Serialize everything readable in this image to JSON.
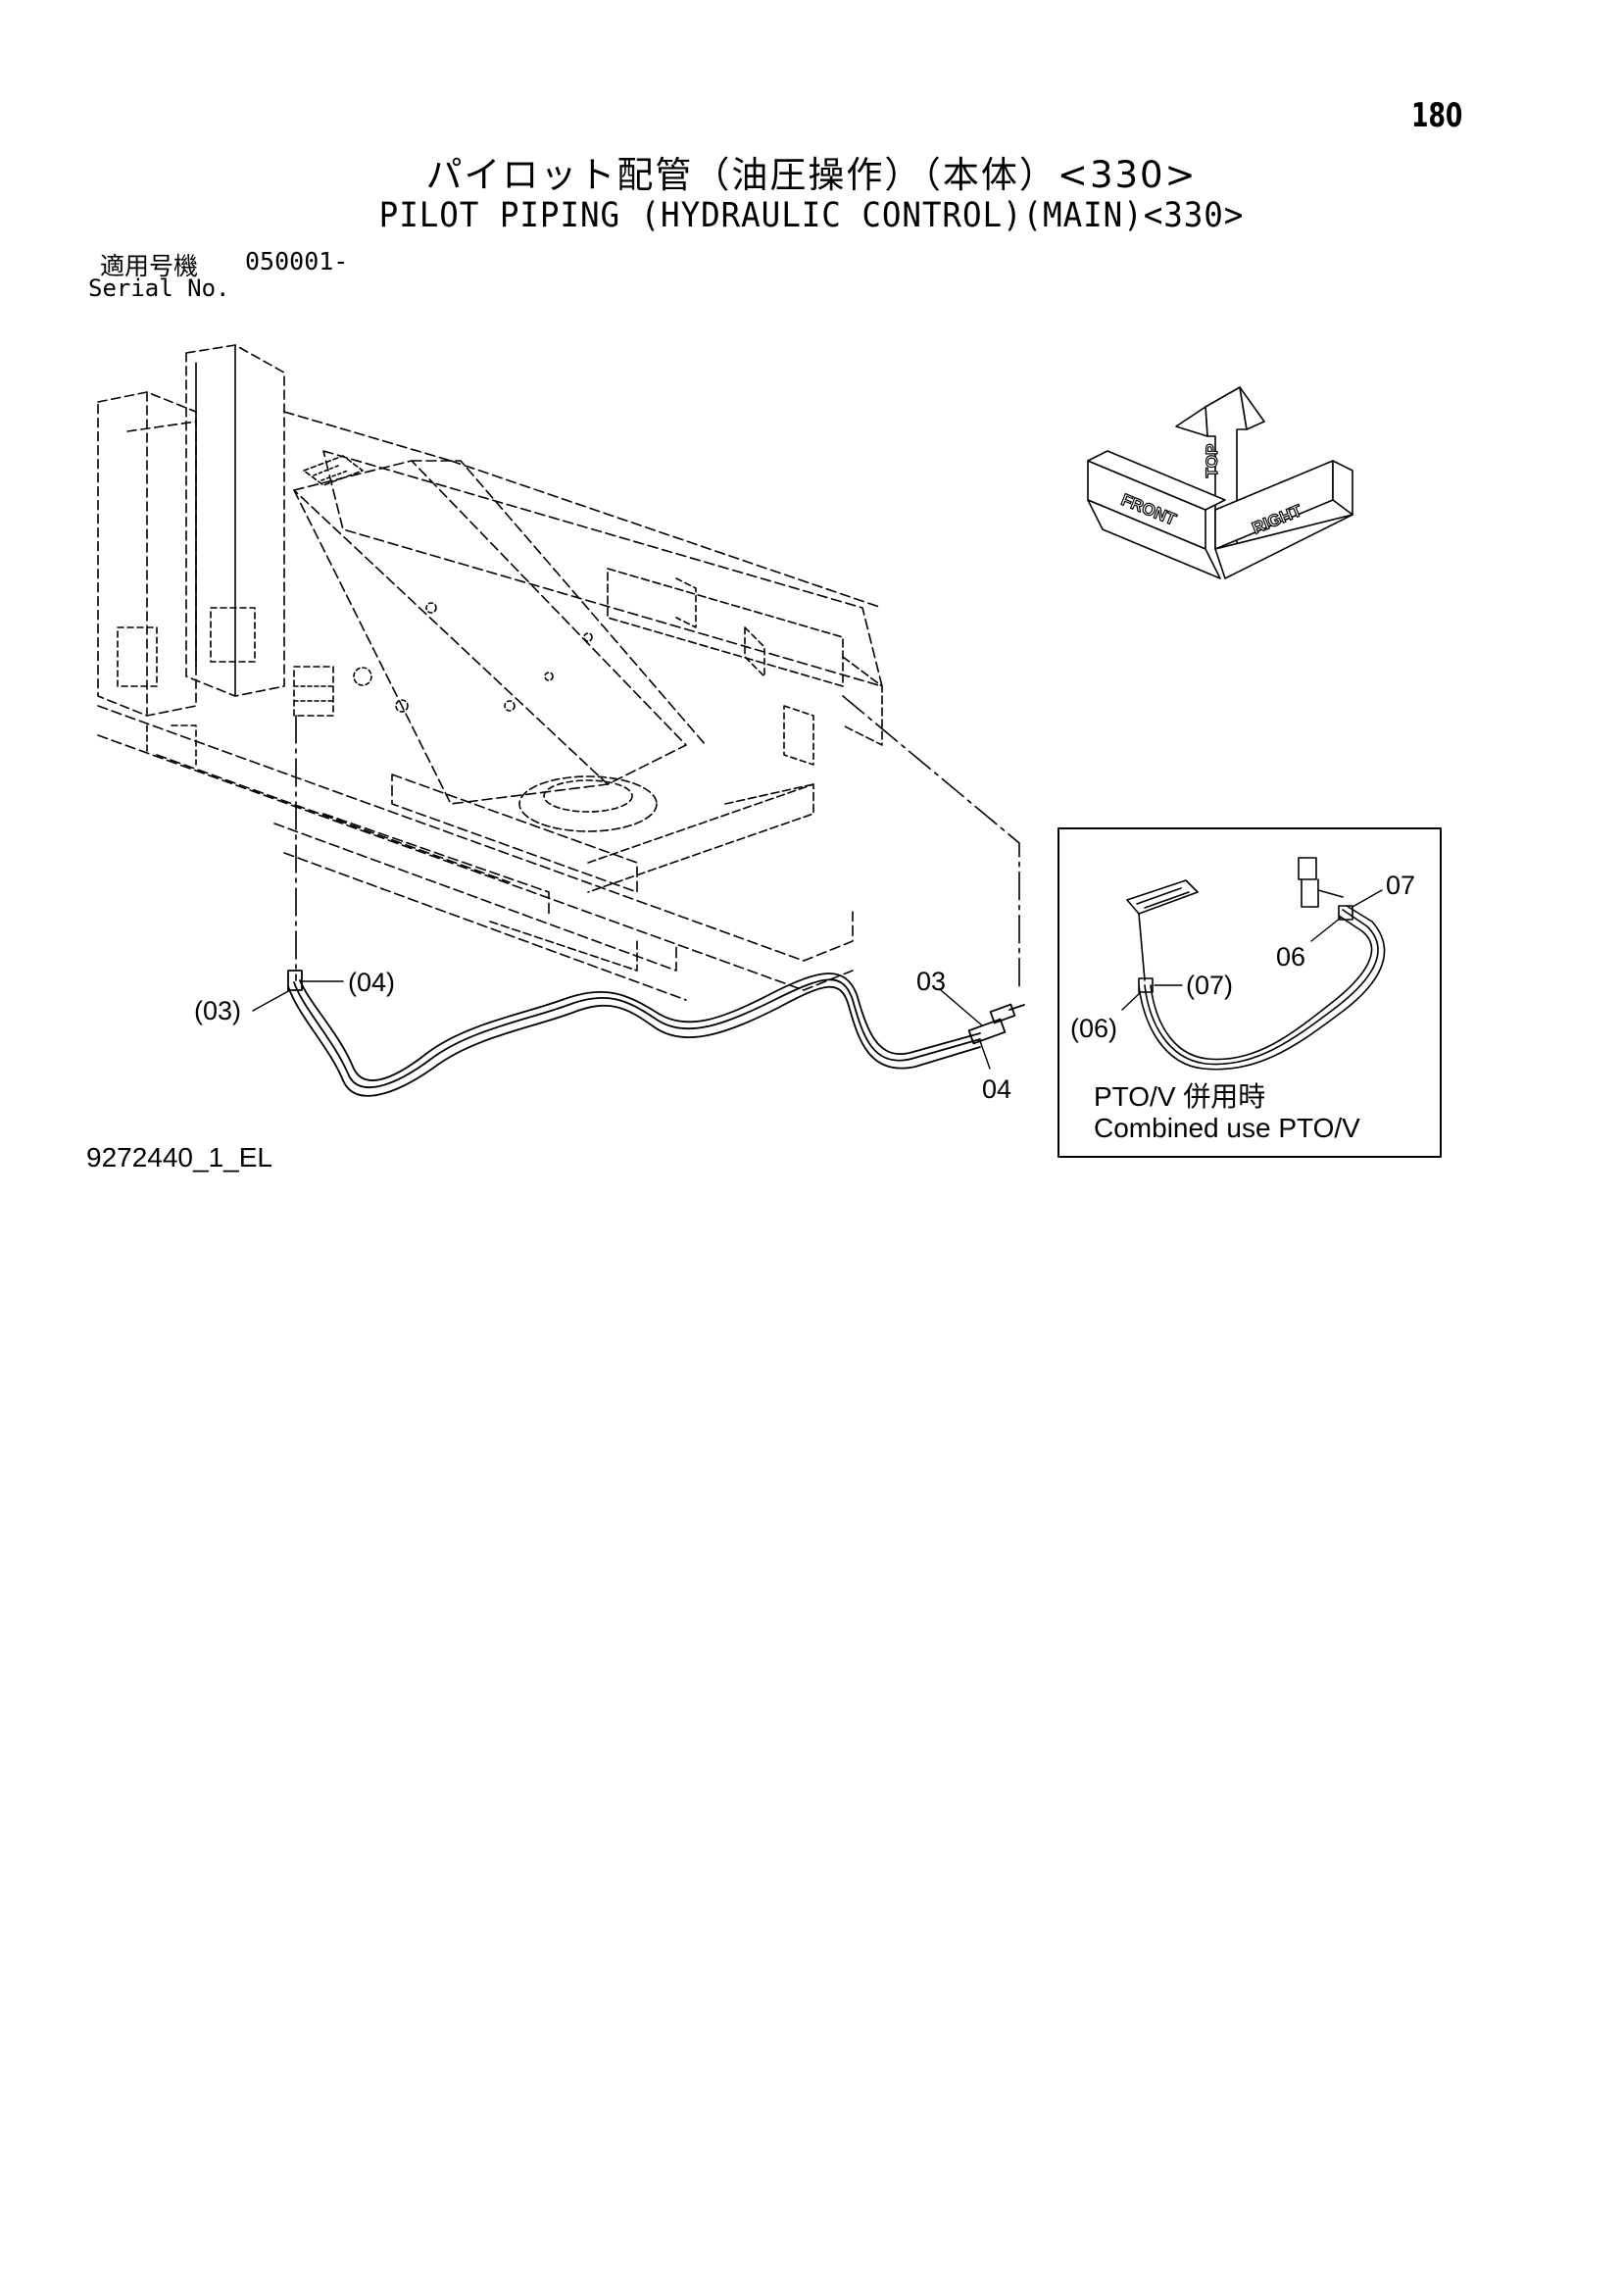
{
  "page_number": "180",
  "title": {
    "japanese": "パイロット配管（油圧操作）（本体）<330>",
    "english": "PILOT PIPING (HYDRAULIC CONTROL)(MAIN)<330>"
  },
  "serial": {
    "label_jp": "適用号機",
    "value": "050001-",
    "label_en": "Serial No."
  },
  "direction_indicator": {
    "top": "TOP",
    "front": "FRONT",
    "right": "RIGHT"
  },
  "callouts": {
    "c03_paren": "(03)",
    "c04_paren": "(04)",
    "c03": "03",
    "c04": "04"
  },
  "inset": {
    "c07": "07",
    "c06": "06",
    "c07_paren": "(07)",
    "c06_paren": "(06)",
    "caption_jp": "PTO/V 併用時",
    "caption_en": "Combined use PTO/V"
  },
  "figure_code": "9272440_1_EL"
}
